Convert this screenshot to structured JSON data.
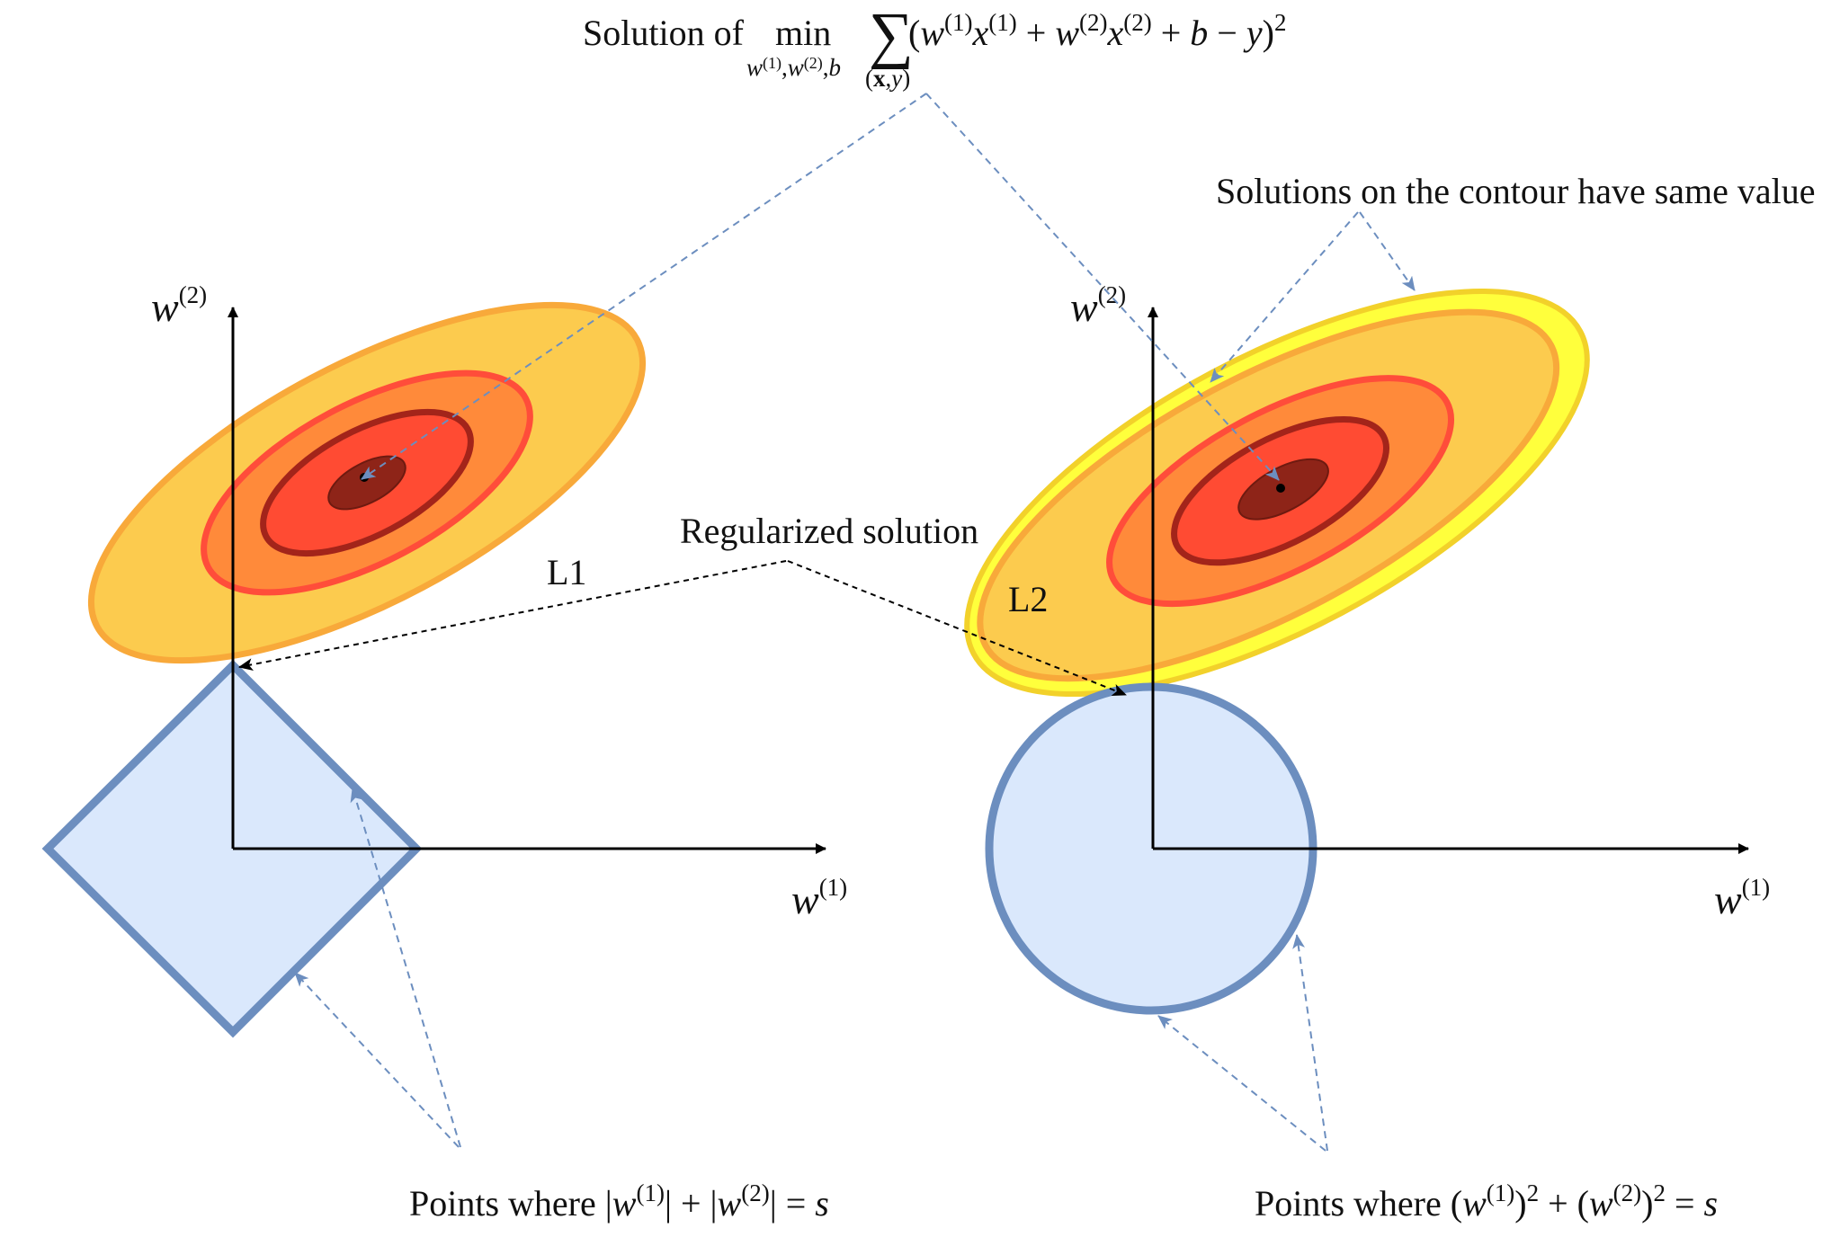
{
  "title": {
    "prefix": "Solution of",
    "min_word": "min",
    "min_subscript": "w(1),w(2),b",
    "sum_subscript": "(x,y)",
    "expression": "(w(1)x(1) + w(2)x(2) + b − y)2"
  },
  "annotations": {
    "contour_note": "Solutions on the contour have same value",
    "regularized": "Regularized solution",
    "l1_tag": "L1",
    "l2_tag": "L2",
    "l1_points": "Points where |w(1)| + |w(2)| = s",
    "l2_points": "Points where (w(1))2 + (w(2))2 = s"
  },
  "axes": {
    "x_symbol": "w",
    "x_superscript": "(1)",
    "y_symbol": "w",
    "y_superscript": "(2)"
  },
  "colors": {
    "l1_region_fill": "#dae8fc",
    "l1_region_stroke": "#6c8ebf",
    "contour_ring_1": "#fccb4e",
    "contour_ring_2": "#ff8a3a",
    "contour_ring_3": "#ff4b33",
    "contour_ring_4": "#9d2a1d",
    "outer_contour_yellow": "#ffff3c",
    "guide_dashed_blue": "#6c8ebf",
    "guide_dashed_black": "#000000"
  }
}
